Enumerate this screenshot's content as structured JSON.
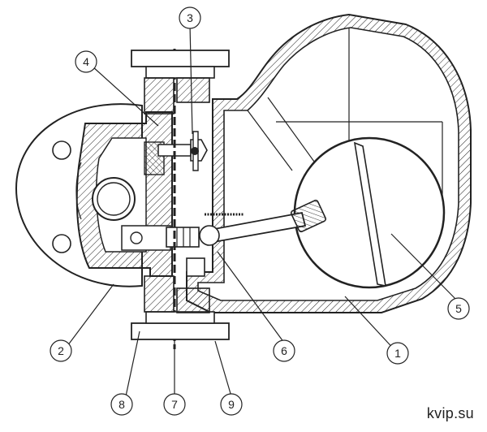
{
  "diagram": {
    "callouts": [
      {
        "id": "c1",
        "label": "1"
      },
      {
        "id": "c2",
        "label": "2"
      },
      {
        "id": "c3",
        "label": "3"
      },
      {
        "id": "c4",
        "label": "4"
      },
      {
        "id": "c5",
        "label": "5"
      },
      {
        "id": "c6",
        "label": "6"
      },
      {
        "id": "c7",
        "label": "7"
      },
      {
        "id": "c8",
        "label": "8"
      },
      {
        "id": "c9",
        "label": "9"
      }
    ]
  },
  "watermark": "kvip.su"
}
